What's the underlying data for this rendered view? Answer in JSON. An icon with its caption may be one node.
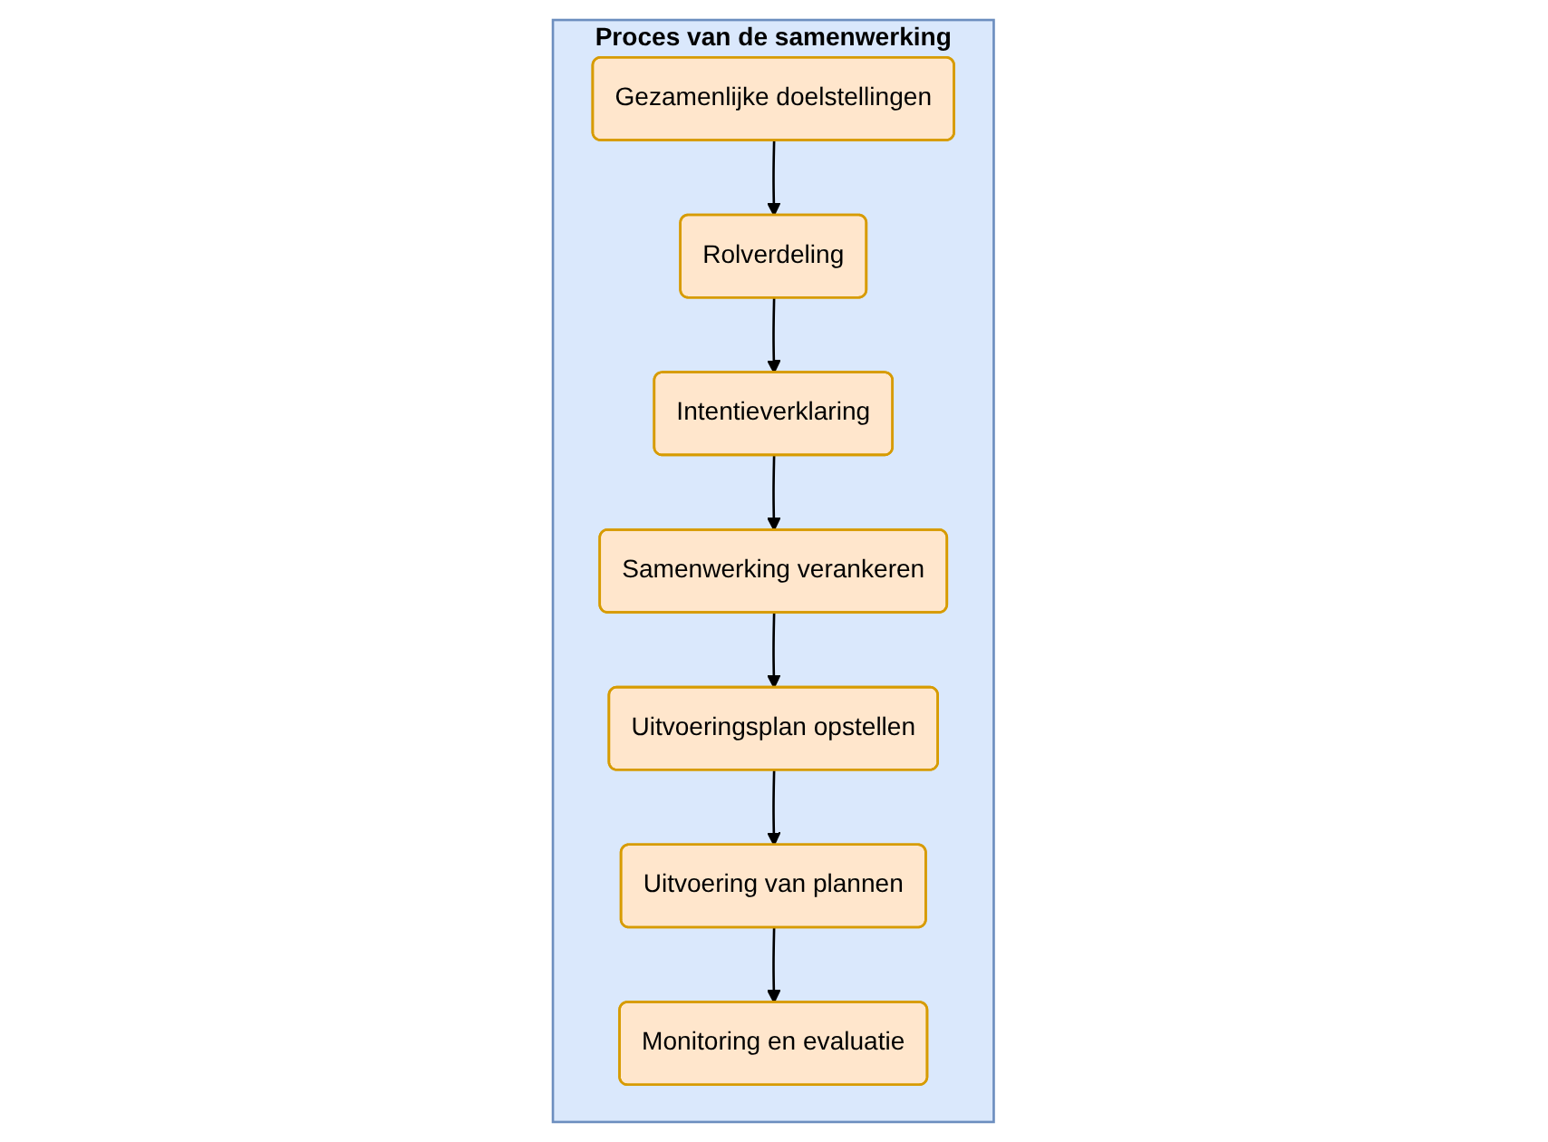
{
  "diagram": {
    "nodes": [
      {
        "text": [
          "Proces van de samenwerking"
        ]
      },
      {
        "text": [
          "Gezamenlijke doelstellingen"
        ],
        "in": 0
      },
      {
        "text": [
          "Rolverdeling"
        ],
        "in": 0
      },
      {
        "text": [
          "Intentieverklaring"
        ],
        "in": 0
      },
      {
        "text": [
          "Samenwerking verankeren"
        ],
        "in": 0
      },
      {
        "text": [
          "Uitvoeringsplan opstellen"
        ],
        "in": 0
      },
      {
        "text": [
          "Uitvoering van plannen"
        ],
        "in": 0
      },
      {
        "text": [
          "Monitoring en evaluatie"
        ],
        "in": 0
      }
    ],
    "edges": [
      {
        "from": 1,
        "to": 2,
        "arrow": "to"
      },
      {
        "from": 2,
        "to": 3,
        "arrow": "to"
      },
      {
        "from": 3,
        "to": 4,
        "arrow": "to"
      },
      {
        "from": 4,
        "to": 5,
        "arrow": "to"
      },
      {
        "from": 5,
        "to": 6,
        "arrow": "to"
      },
      {
        "from": 6,
        "to": 7,
        "arrow": "to"
      }
    ]
  }
}
